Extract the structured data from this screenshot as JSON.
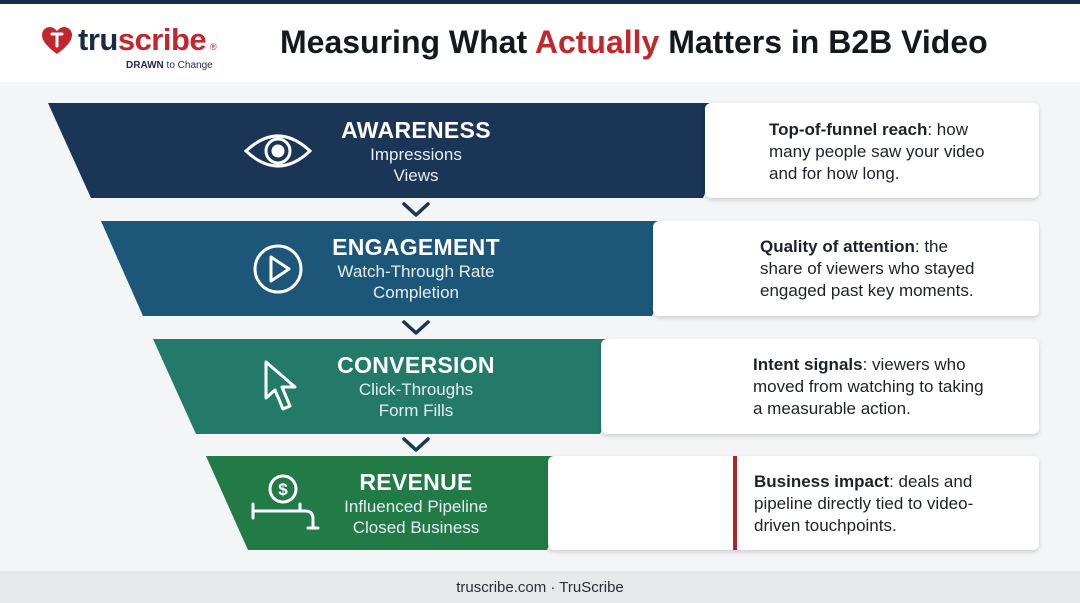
{
  "header": {
    "logo": {
      "word_a": "tru",
      "word_b": "scribe",
      "reg": "®",
      "tagline_bold": "DRAWN",
      "tagline_rest": " to Change"
    },
    "title_before": "Measuring What ",
    "title_accent": "Actually",
    "title_after": " Matters in B2B Video"
  },
  "stages": [
    {
      "name": "AWARENESS",
      "metrics": [
        "Impressions",
        "Views"
      ],
      "icon": "eye-icon",
      "color": "#1b3556",
      "card_bold": "Top-of-funnel reach",
      "card_lines": [
        ": how",
        "many people saw your video",
        "and for how long."
      ]
    },
    {
      "name": "ENGAGEMENT",
      "metrics": [
        "Watch-Through Rate",
        "Completion"
      ],
      "icon": "play-icon",
      "color": "#1c5678",
      "card_bold": "Quality of attention",
      "card_lines": [
        ": the",
        "share of viewers who stayed",
        "engaged past key moments."
      ]
    },
    {
      "name": "CONVERSION",
      "metrics": [
        "Click-Throughs",
        "Form Fills"
      ],
      "icon": "cursor-icon",
      "color": "#247a68",
      "card_bold": "Intent signals",
      "card_lines": [
        ": viewers who",
        "moved from watching to taking",
        "a measurable action."
      ]
    },
    {
      "name": "REVENUE",
      "metrics": [
        "Influenced Pipeline",
        "Closed Business"
      ],
      "icon": "money-tap-icon",
      "color": "#227a47",
      "card_bold": "Business impact",
      "card_lines": [
        ": deals and",
        "pipeline directly tied to video-",
        "driven touchpoints."
      ]
    }
  ],
  "footer": {
    "text": "truscribe.com · TruScribe"
  }
}
